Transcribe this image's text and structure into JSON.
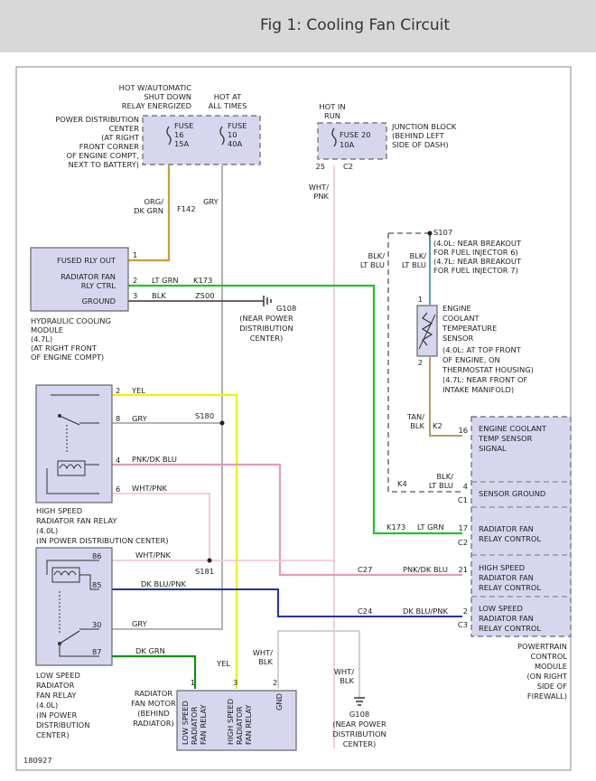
{
  "title": "Fig 1: Cooling Fan Circuit",
  "figure_id": "180927",
  "colors": {
    "orange": "#c9a035",
    "green": "#22c422",
    "black": "#333333",
    "gray": "#aaaaaa",
    "yellow": "#f2f200",
    "pink": "#e59ab5",
    "whitepink": "#f1c9d9",
    "blue": "#2233aa",
    "darkgreen": "#109010",
    "teal": "#3a9a9a",
    "tan": "#b79a6a",
    "boxfill": "#d6d6ee"
  },
  "power_distribution": {
    "hot_relay": [
      "HOT W/AUTOMATIC",
      "SHUT DOWN",
      "RELAY ENERGIZED"
    ],
    "hot_at_all_times": [
      "HOT AT",
      "ALL TIMES"
    ],
    "center_label": [
      "POWER DISTRIBUTION",
      "CENTER",
      "(AT RIGHT",
      "FRONT CORNER",
      "OF ENGINE COMPT,",
      "NEXT TO BATTERY)"
    ],
    "fuse16": [
      "FUSE",
      "16",
      "15A"
    ],
    "fuse10": [
      "FUSE",
      "10",
      "40A"
    ]
  },
  "junction_block": {
    "hot_in_run": [
      "HOT IN",
      "RUN"
    ],
    "fuse": [
      "FUSE 20",
      "10A"
    ],
    "label": [
      "JUNCTION BLOCK",
      "(BEHIND LEFT",
      "SIDE OF DASH)"
    ],
    "pin": "25",
    "connector": "C2"
  },
  "wires": {
    "org_dkgrn": [
      "ORG/",
      "DK GRN"
    ],
    "f142": "F142",
    "gry": "GRY",
    "wht_pnk_top": [
      "WHT/",
      "PNK"
    ],
    "blk_ltblu_left": [
      "BLK/",
      "LT BLU"
    ],
    "blk_ltblu_right": [
      "BLK/",
      "LT BLU"
    ],
    "s107": "S107",
    "s107_note": [
      "(4.0L: NEAR BREAKOUT",
      "FOR FUEL INJECTOR 6)",
      "(4.7L: NEAR BREAKOUT",
      "FOR FUEL INJECTOR 7)"
    ],
    "lt_grn": "LT GRN",
    "k173": "K173",
    "blk": "BLK",
    "z500": "Z500",
    "tan_blk": [
      "TAN/",
      "BLK"
    ],
    "k2": "K2",
    "k4": "K4",
    "yel": "YEL",
    "s180": "S180",
    "pnk_dkblu": "PNK/DK BLU",
    "wht_pnk": "WHT/PNK",
    "s181": "S181",
    "dkblu_pnk": "DK BLU/PNK",
    "dk_grn": "DK GRN",
    "c27": "C27",
    "c24": "C24",
    "wht_blk": [
      "WHT/",
      "BLK"
    ]
  },
  "hydraulic_module": {
    "pins": [
      {
        "num": "1",
        "label": "FUSED RLY OUT"
      },
      {
        "num": "2",
        "label": "RADIATOR FAN"
      },
      {
        "num": "",
        "label": "RLY CTRL"
      },
      {
        "num": "3",
        "label": "GROUND"
      }
    ],
    "label": [
      "HYDRAULIC COOLING",
      "MODULE",
      "(4.7L)",
      "(AT RIGHT FRONT",
      "OF ENGINE COMPT)"
    ]
  },
  "g108_top": {
    "name": "G108",
    "note": [
      "(NEAR POWER",
      "DISTRIBUTION",
      "CENTER)"
    ]
  },
  "sensor": {
    "pin1": "1",
    "pin2": "2",
    "label": [
      "ENGINE",
      "COOLANT",
      "TEMPERATURE",
      "SENSOR",
      "(4.0L: AT TOP FRONT",
      "OF ENGINE, ON",
      "THERMOSTAT HOUSING)",
      "(4.7L: NEAR FRONT OF",
      "INTAKE MANIFOLD)"
    ]
  },
  "pcm": {
    "sections": [
      {
        "pin": "16",
        "label": [
          "ENGINE COOLANT",
          "TEMP SENSOR",
          "SIGNAL"
        ],
        "connector": ""
      },
      {
        "pin": "4",
        "label": [
          "SENSOR GROUND"
        ],
        "connector": "C1"
      },
      {
        "pin": "17",
        "label": [
          "RADIATOR FAN",
          "RELAY CONTROL"
        ],
        "connector": "C2"
      },
      {
        "pin": "21",
        "label": [
          "HIGH SPEED",
          "RADIATOR FAN",
          "RELAY CONTROL"
        ],
        "connector": ""
      },
      {
        "pin": "2",
        "label": [
          "LOW SPEED",
          "RADIATOR FAN",
          "RELAY CONTROL"
        ],
        "connector": "C3"
      }
    ],
    "label": [
      "POWERTRAIN",
      "CONTROL",
      "MODULE",
      "(ON RIGHT",
      "SIDE OF",
      "FIREWALL)"
    ]
  },
  "high_relay": {
    "pins": [
      "2",
      "8",
      "4",
      "6"
    ],
    "label": [
      "HIGH SPEED",
      "RADIATOR FAN RELAY",
      "(4.0L)",
      "(IN POWER DISTRIBUTION CENTER)"
    ]
  },
  "low_relay": {
    "pins": [
      "86",
      "85",
      "30",
      "87"
    ],
    "label": [
      "LOW SPEED",
      "RADIATOR",
      "FAN RELAY",
      "(4.0L)",
      "(IN POWER",
      "DISTRIBUTION",
      "CENTER)"
    ]
  },
  "motor": {
    "pins": [
      "1",
      "3",
      "2"
    ],
    "cols": [
      [
        "LOW SPEED",
        "RADIATOR",
        "FAN RELAY"
      ],
      [
        "HIGH SPEED",
        "RADIATOR",
        "FAN RELAY"
      ],
      [
        "GND"
      ]
    ],
    "label": [
      "RADIATOR",
      "FAN MOTOR",
      "(BEHIND",
      "RADIATOR)"
    ]
  },
  "g108_bottom": {
    "name": "G108",
    "note": [
      "(NEAR POWER",
      "DISTRIBUTION",
      "CENTER)"
    ]
  }
}
